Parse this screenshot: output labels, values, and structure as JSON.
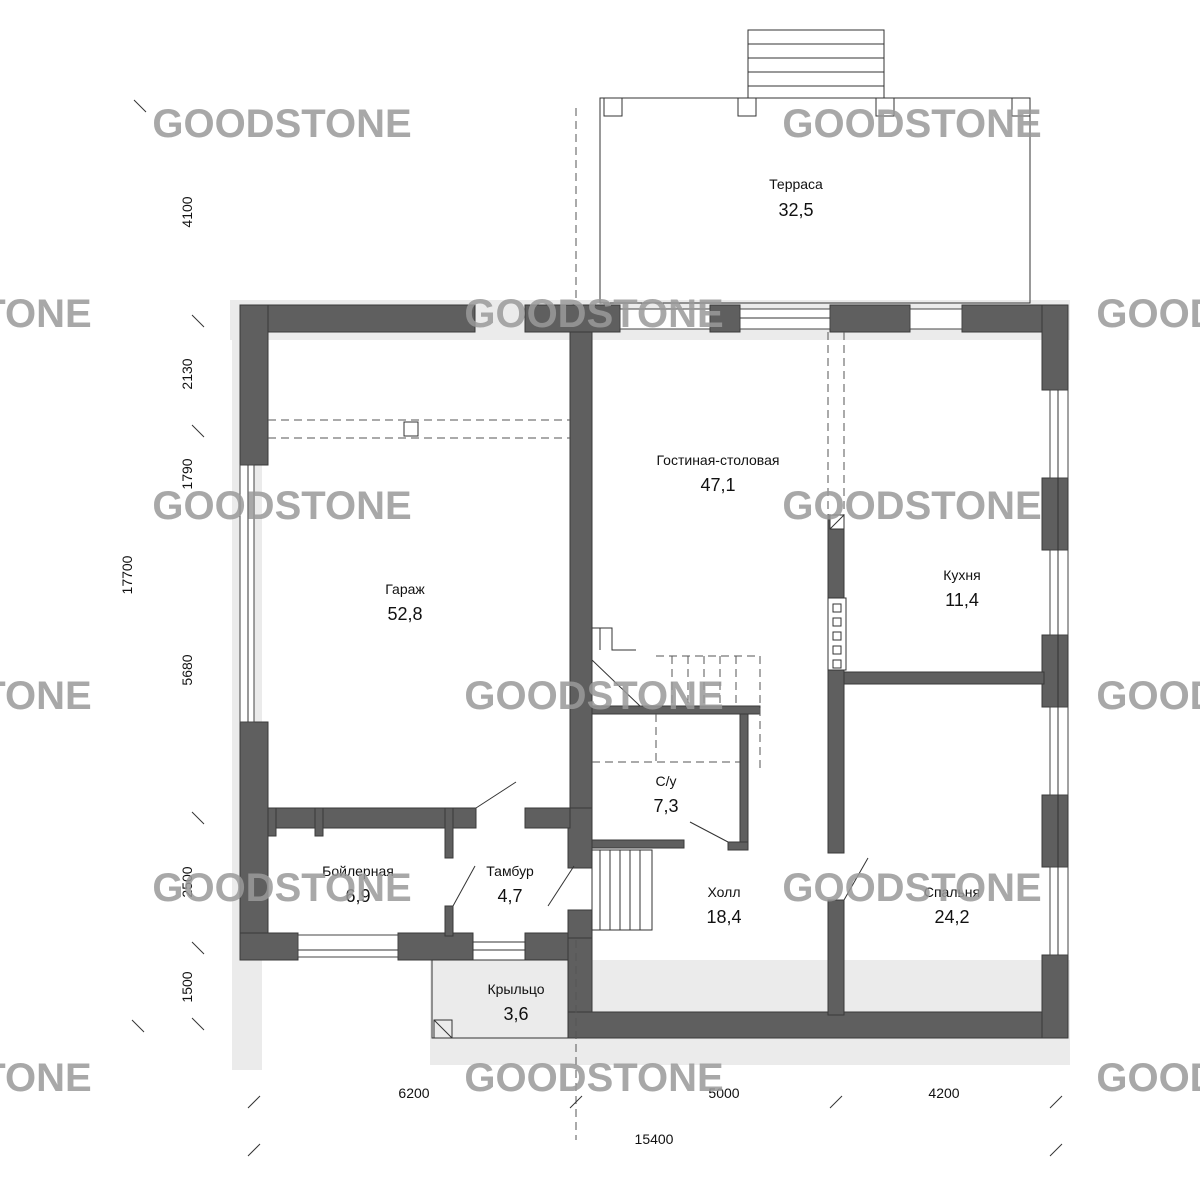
{
  "watermark": "GOODSTONE",
  "rooms": {
    "terrace": {
      "name": "Терраса",
      "area": "32,5"
    },
    "living": {
      "name": "Гостиная-столовая",
      "area": "47,1"
    },
    "kitchen": {
      "name": "Кухня",
      "area": "11,4"
    },
    "garage": {
      "name": "Гараж",
      "area": "52,8"
    },
    "bathroom": {
      "name": "С/у",
      "area": "7,3"
    },
    "boiler": {
      "name": "Бойлерная",
      "area": "6,9"
    },
    "vestibule": {
      "name": "Тамбур",
      "area": "4,7"
    },
    "hall": {
      "name": "Холл",
      "area": "18,4"
    },
    "bedroom": {
      "name": "Спальня",
      "area": "24,2"
    },
    "porch": {
      "name": "Крыльцо",
      "area": "3,6"
    }
  },
  "dimensions": {
    "left": {
      "d4100": "4100",
      "d2130": "2130",
      "d1790": "1790",
      "d5680": "5680",
      "d2500": "2500",
      "d1500": "1500",
      "total": "17700"
    },
    "bottom": {
      "d6200": "6200",
      "d5000": "5000",
      "d4200": "4200",
      "total": "15400"
    }
  },
  "colors": {
    "wall": "#5f5f5f",
    "watermark": "#9a9a9a",
    "shadow": "#ebebeb"
  }
}
